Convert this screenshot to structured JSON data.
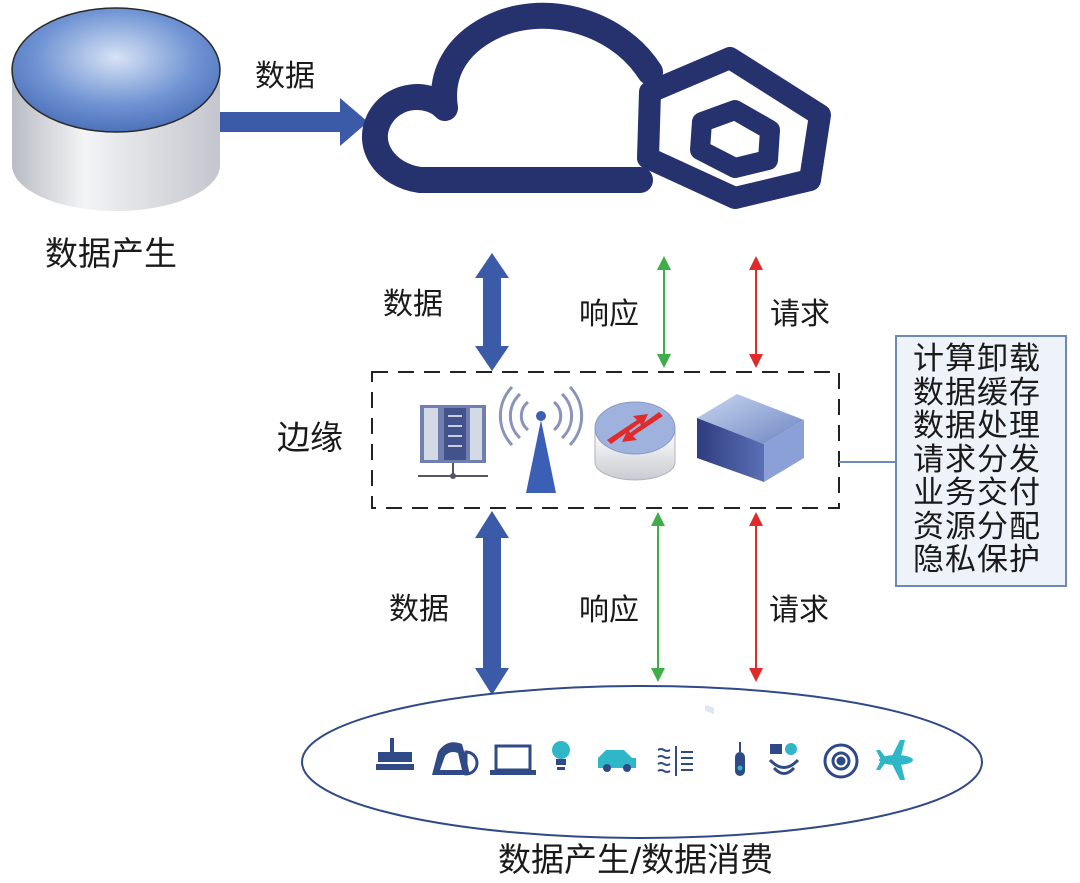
{
  "labels": {
    "source": "数据产生",
    "data_top": "数据",
    "data_mid": "数据",
    "data_bottom": "数据",
    "response_upper": "响应",
    "response_lower": "响应",
    "request_upper": "请求",
    "request_lower": "请求",
    "edge": "边缘",
    "terminal": "数据产生/数据消费"
  },
  "capabilities": [
    "计算卸载",
    "数据缓存",
    "数据处理",
    "请求分发",
    "业务交付",
    "资源分配",
    "隐私保护"
  ],
  "edge_devices": [
    "server-rack-icon",
    "antenna-tower-icon",
    "router-icon",
    "switch-icon"
  ],
  "terminal_devices": [
    "printer-icon",
    "sensor-icon",
    "laptop-icon",
    "bulb-icon",
    "car-icon",
    "radiator-icon",
    "thermometer-icon",
    "climate-sensor-icon",
    "speaker-icon",
    "airplane-icon"
  ],
  "colors": {
    "data_arrow": "#3b5aa8",
    "response_arrow": "#3fae49",
    "request_arrow": "#e02b2b",
    "cloud_logo": "#25326e",
    "frame_border": "#6b8bb5"
  }
}
